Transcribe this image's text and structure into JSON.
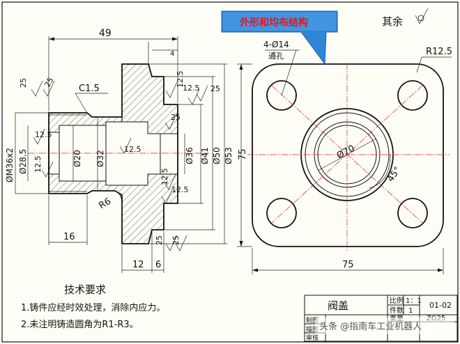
{
  "callout": {
    "text": "外形和均布结构",
    "bg": "#2f86d6"
  },
  "surface_note": "其余",
  "dims": {
    "len_49": "49",
    "c15": "C1.5",
    "r6": "R6",
    "d_m36": "ØM36x2",
    "d_285": "Ø28.5",
    "d_20": "Ø20",
    "d_32": "Ø32",
    "d_36": "Ø36",
    "d_41": "Ø41",
    "d_50": "Ø50",
    "d_53": "Ø53",
    "len_16": "16",
    "len_12": "12",
    "len_6": "6",
    "len_4": "4",
    "d_70": "Ø70",
    "holes": "4-Ø14",
    "through": "通孔",
    "r125": "R12.5",
    "h_75": "75",
    "w_75": "75",
    "angle": "45°"
  },
  "roughness": [
    "25",
    "25",
    "12.5",
    "12.5",
    "12.5",
    "25",
    "25",
    "12.5",
    "12.5",
    "12.5",
    "12.5",
    "25",
    "25"
  ],
  "notes": {
    "title": "技术要求",
    "items": [
      "1.铸件应经时效处理，消除内应力。",
      "2.未注明铸造圆角为R1-R3。"
    ]
  },
  "title_block": {
    "name": "阀盖",
    "scale_label": "比例",
    "scale_value": "1：1",
    "count_label": "件数",
    "count_value": "1",
    "drawing_no": "01-02",
    "weight_label": "重量",
    "material": "ZG25",
    "row_labels": [
      "制图",
      "描图",
      "审核"
    ]
  },
  "watermark": "头条 @指南车工业机器人"
}
